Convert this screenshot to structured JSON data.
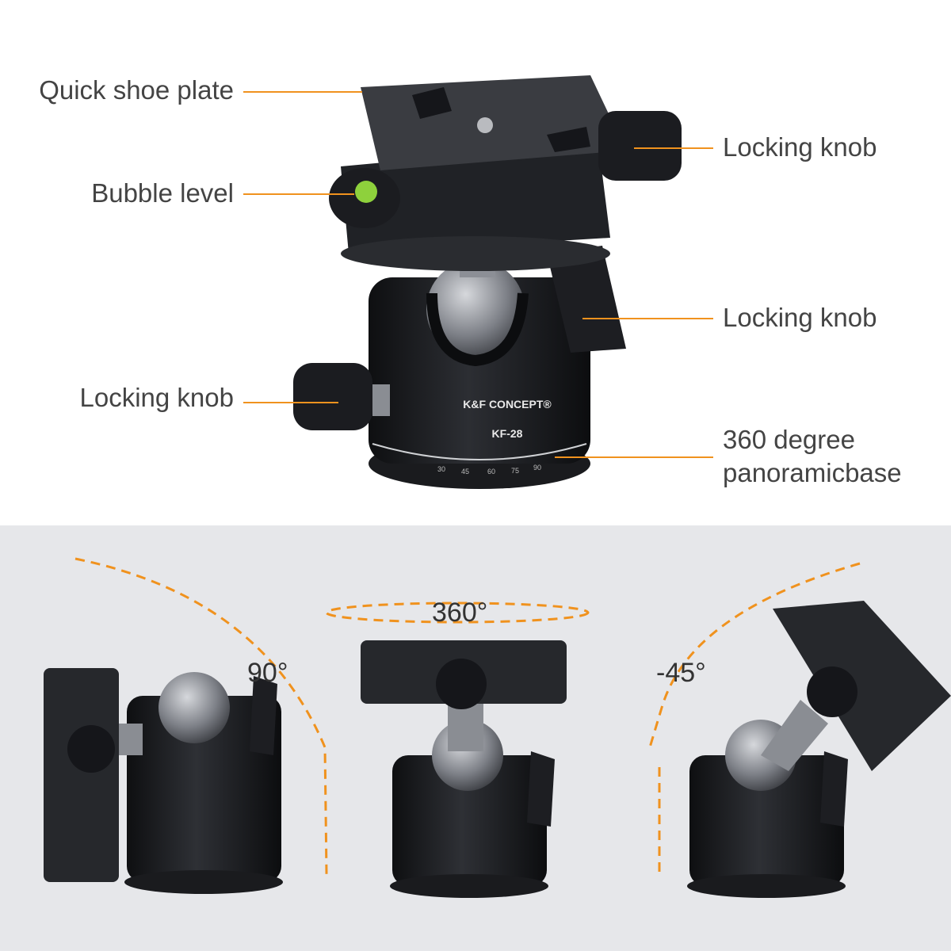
{
  "callouts": {
    "quick_shoe_plate": "Quick shoe plate",
    "bubble_level": "Bubble level",
    "locking_knob_left": "Locking knob",
    "locking_knob_top_right": "Locking knob",
    "locking_knob_mid_right": "Locking knob",
    "panoramic_line1": "360 degree",
    "panoramic_line2": "panoramicbase"
  },
  "product": {
    "brand": "K&FCONCEPT",
    "model": "KF-28",
    "scale_marks": [
      "30",
      "45",
      "60",
      "75",
      "90"
    ]
  },
  "angles": {
    "tilt_90": "90°",
    "rotate_360": "360°",
    "tilt_minus_45": "-45°"
  },
  "colors": {
    "accent_orange": "#f0921e",
    "bottom_background": "#e6e7ea",
    "label_text": "#444444",
    "product_body": "#1c1d20"
  }
}
